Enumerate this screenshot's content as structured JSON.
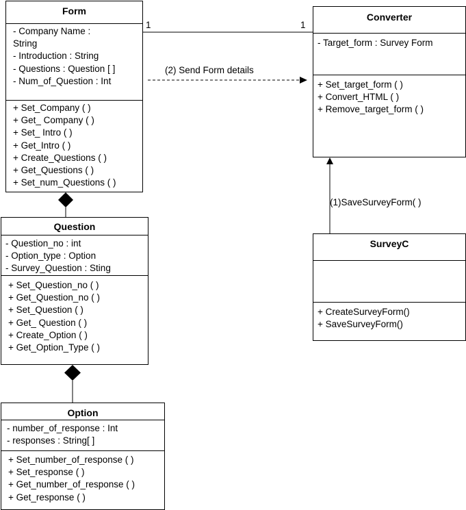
{
  "classes": {
    "form": {
      "name": "Form",
      "attributes": [
        "- Company Name :",
        "String",
        "- Introduction : String",
        "- Questions : Question [ ]",
        "- Num_of_Question : Int"
      ],
      "methods": [
        "+ Set_Company ( )",
        "+ Get_ Company ( )",
        "+ Set_ Intro ( )",
        "+ Get_Intro ( )",
        "+ Create_Questions ( )",
        "+ Get_Questions ( )",
        "+ Set_num_Questions ( )"
      ]
    },
    "converter": {
      "name": "Converter",
      "attributes": [
        "- Target_form : Survey Form"
      ],
      "methods": [
        "+ Set_target_form ( )",
        "+ Convert_HTML ( )",
        "+ Remove_target_form ( )"
      ]
    },
    "question": {
      "name": "Question",
      "attributes": [
        "- Question_no : int",
        "- Option_type : Option",
        "- Survey_Question : Sting"
      ],
      "methods": [
        "+ Set_Question_no ( )",
        "+ Get_Question_no ( )",
        "+ Set_Question ( )",
        "+ Get_ Question ( )",
        "+ Create_Option ( )",
        "+ Get_Option_Type ( )"
      ]
    },
    "surveyc": {
      "name": "SurveyC",
      "attributes": [],
      "methods": [
        "+ CreateSurveyForm()",
        "+ SaveSurveyForm()"
      ]
    },
    "option": {
      "name": "Option",
      "attributes": [
        "- number_of_response : Int",
        "- responses : String[ ]"
      ],
      "methods": [
        "+ Set_number_of_response ( )",
        "+ Set_response ( )",
        "+ Get_number_of_response ( )",
        "+ Get_response ( )"
      ]
    }
  },
  "relations": {
    "form_converter": {
      "mult_left": "1",
      "mult_right": "1"
    },
    "send_form": {
      "label": "(2) Send Form details"
    },
    "save_survey": {
      "label": "(1)SaveSurveyForm( )"
    }
  }
}
